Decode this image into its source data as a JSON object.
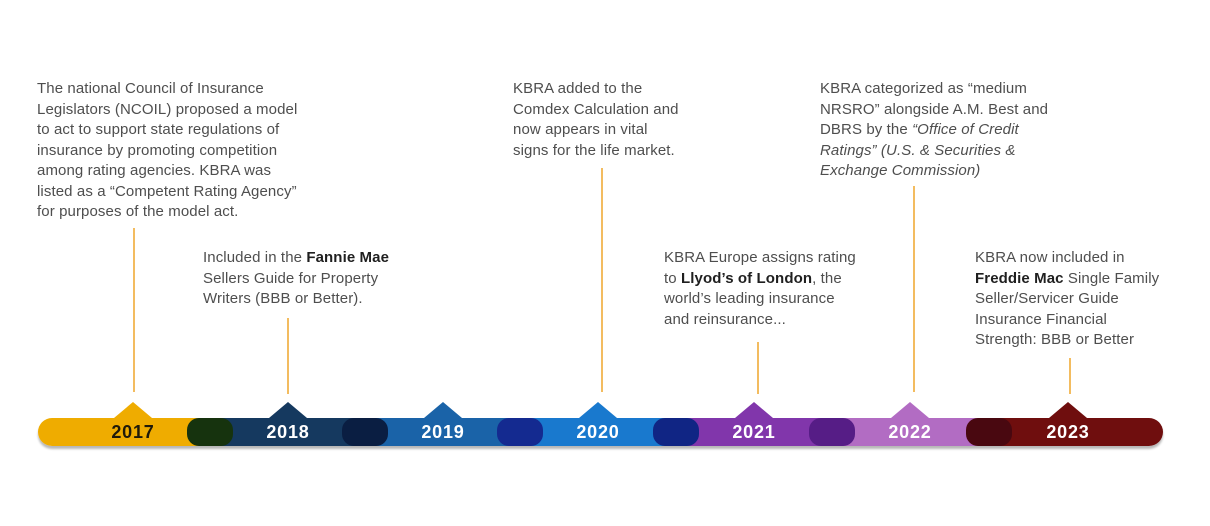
{
  "title": "KBRA insurance ratings milestones timeline",
  "colors": {
    "background": "#FFFFFF",
    "connector_line": "#F3BC60",
    "body_text": "#4E4E4E",
    "emphasis_text": "#1F1F1F"
  },
  "timeline": {
    "years": [
      {
        "year": "2017",
        "color": "#EFAC00",
        "label_color": "#1F1A0A"
      },
      {
        "year": "2018",
        "color": "#15395F",
        "label_color": "#FFFFFF"
      },
      {
        "year": "2019",
        "color": "#1A63A8",
        "label_color": "#FFFFFF"
      },
      {
        "year": "2020",
        "color": "#1979CE",
        "label_color": "#FFFFFF"
      },
      {
        "year": "2021",
        "color": "#8136AB",
        "label_color": "#FFFFFF"
      },
      {
        "year": "2022",
        "color": "#B26CC3",
        "label_color": "#FFFFFF"
      },
      {
        "year": "2023",
        "color": "#6F0E0E",
        "label_color": "#FFFFFF"
      }
    ],
    "connector_pill_colors": [
      "#16330E",
      "#0A1E42",
      "#142A90",
      "#102584",
      "#561D86",
      "#490810"
    ]
  },
  "milestones": [
    {
      "year": "2017",
      "text": [
        {
          "t": "The national Council of Insurance Legislators (NCOIL) proposed a model to act to support state regulations of insurance by promoting competition among rating agencies. KBRA was listed as a “Competent Rating Agency” for purposes of the model act."
        }
      ]
    },
    {
      "year": "2018",
      "text": [
        {
          "t": "Included in the "
        },
        {
          "t": "Fannie Mae",
          "b": true
        },
        {
          "t": " Sellers Guide for Property Writers (BBB or Better)."
        }
      ]
    },
    {
      "year": "2020",
      "text": [
        {
          "t": "KBRA added to the Comdex Calculation and now appears in vital signs for the life market."
        }
      ]
    },
    {
      "year": "2021",
      "text": [
        {
          "t": "KBRA Europe assigns rating to "
        },
        {
          "t": "Llyod’s of London",
          "b": true
        },
        {
          "t": ", the world’s leading insurance and reinsurance..."
        }
      ]
    },
    {
      "year": "2022",
      "text": [
        {
          "t": "KBRA categorized as “medium NRSRO” alongside A.M. Best and DBRS by the "
        },
        {
          "t": "“Office of Credit Ratings” (U.S. & Securities & Exchange Commission)",
          "i": true
        }
      ]
    },
    {
      "year": "2023",
      "text": [
        {
          "t": "KBRA now included in "
        },
        {
          "t": "Freddie Mac",
          "b": true
        },
        {
          "t": " Single Family Seller/Servicer Guide Insurance Financial Strength: BBB or Better"
        }
      ]
    }
  ]
}
